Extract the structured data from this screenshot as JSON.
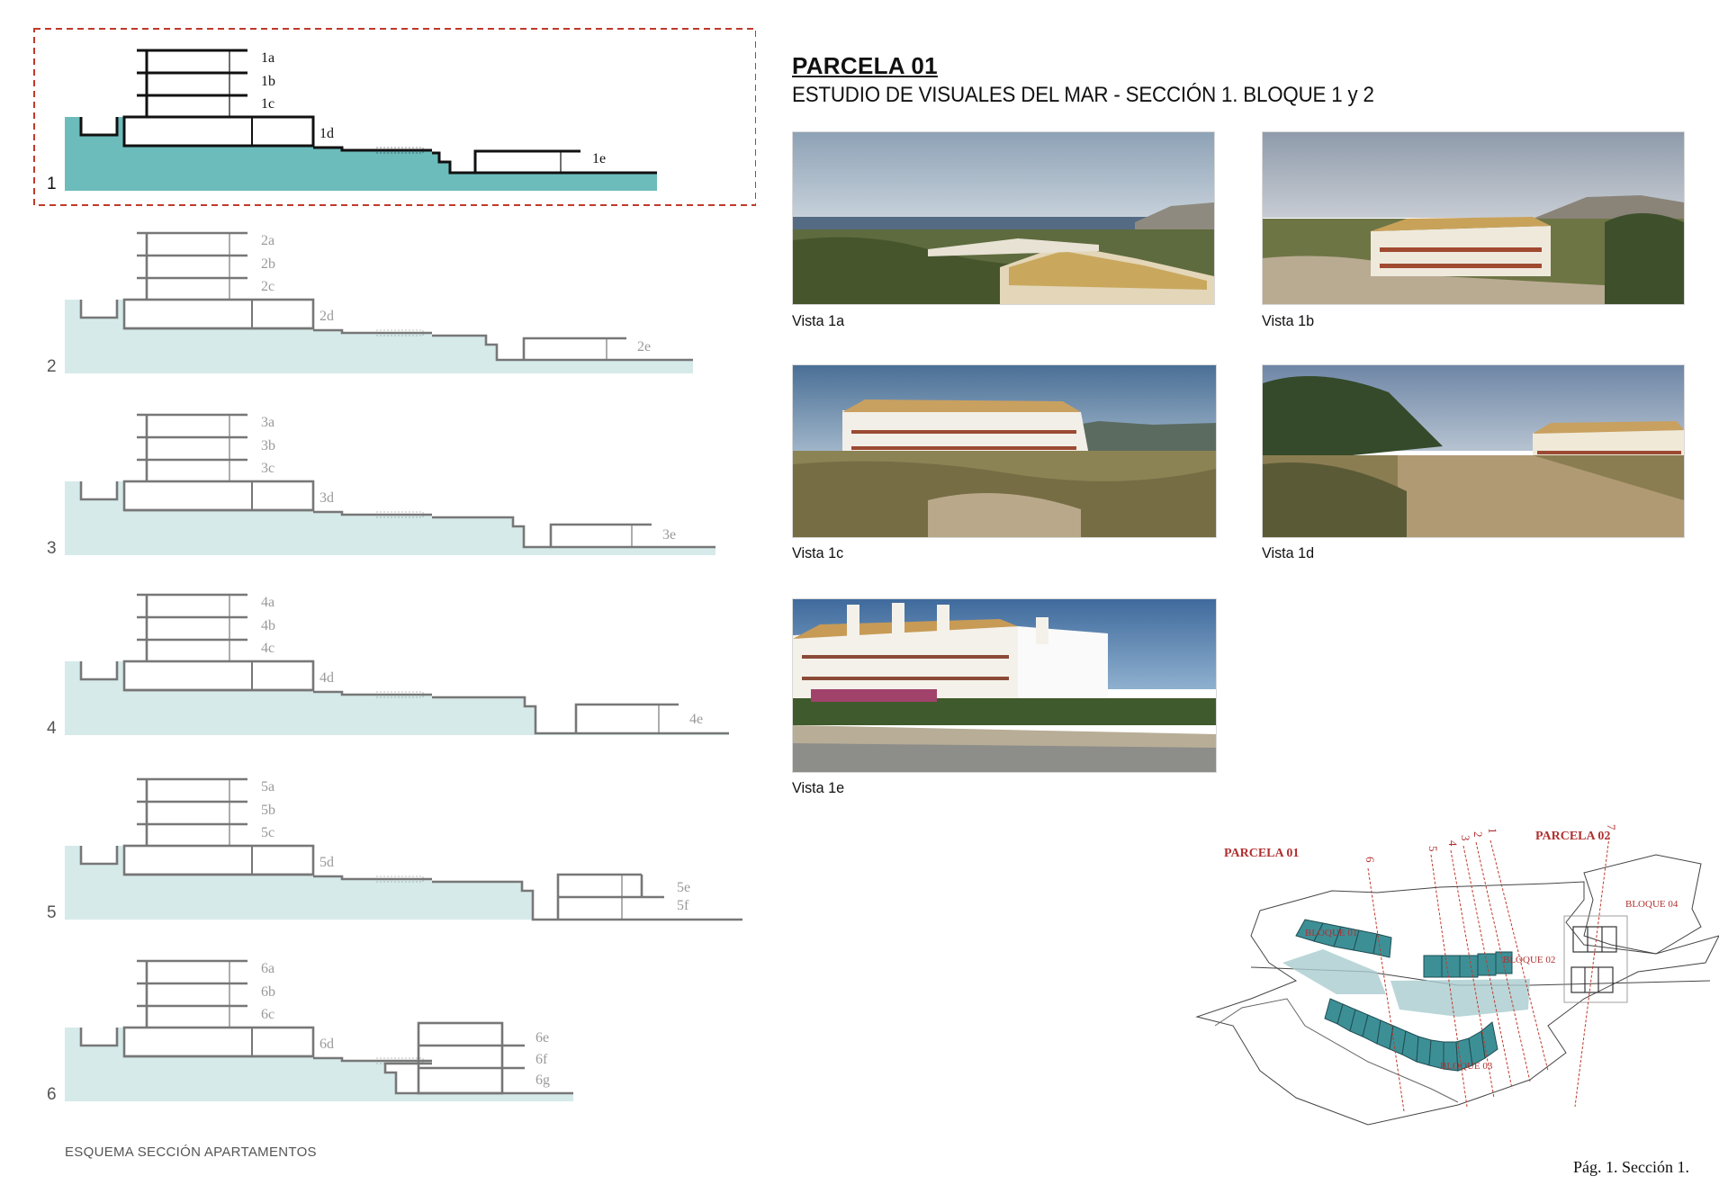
{
  "header": {
    "title": "PARCELA 01",
    "subtitle": "ESTUDIO DE VISUALES DEL MAR - SECCIÓN 1. BLOQUE 1 y 2"
  },
  "sections": [
    {
      "num": "1",
      "labels": [
        "1a",
        "1b",
        "1c",
        "1d",
        "1e"
      ],
      "highlighted": true
    },
    {
      "num": "2",
      "labels": [
        "2a",
        "2b",
        "2c",
        "2d",
        "2e"
      ],
      "highlighted": false
    },
    {
      "num": "3",
      "labels": [
        "3a",
        "3b",
        "3c",
        "3d",
        "3e"
      ],
      "highlighted": false
    },
    {
      "num": "4",
      "labels": [
        "4a",
        "4b",
        "4c",
        "4d",
        "4e"
      ],
      "highlighted": false
    },
    {
      "num": "5",
      "labels": [
        "5a",
        "5b",
        "5c",
        "5d",
        "5e",
        "5f"
      ],
      "highlighted": false
    },
    {
      "num": "6",
      "labels": [
        "6a",
        "6b",
        "6c",
        "6d",
        "6e",
        "6f",
        "6g"
      ],
      "highlighted": false
    }
  ],
  "views": [
    {
      "caption": "Vista 1a"
    },
    {
      "caption": "Vista 1b"
    },
    {
      "caption": "Vista 1c"
    },
    {
      "caption": "Vista 1d"
    },
    {
      "caption": "Vista 1e"
    }
  ],
  "plan": {
    "parcela1": "PARCELA 01",
    "parcela2": "PARCELA 02",
    "bloques": [
      "BLOQUE 01",
      "BLOQUE 02",
      "BLOQUE 03",
      "BLOQUE 04"
    ],
    "section_lines": [
      "6",
      "5",
      "4",
      "3",
      "2",
      "1",
      "7"
    ]
  },
  "footer": {
    "left": "ESQUEMA SECCIÓN APARTAMENTOS",
    "right": "Pág. 1. Sección 1."
  },
  "colors": {
    "terrain_active": "#6cbcbc",
    "terrain_inactive": "#d6eaea",
    "highlight_border": "#c0392b",
    "plan_red": "#b03030",
    "block_teal": "#3d8f96"
  }
}
